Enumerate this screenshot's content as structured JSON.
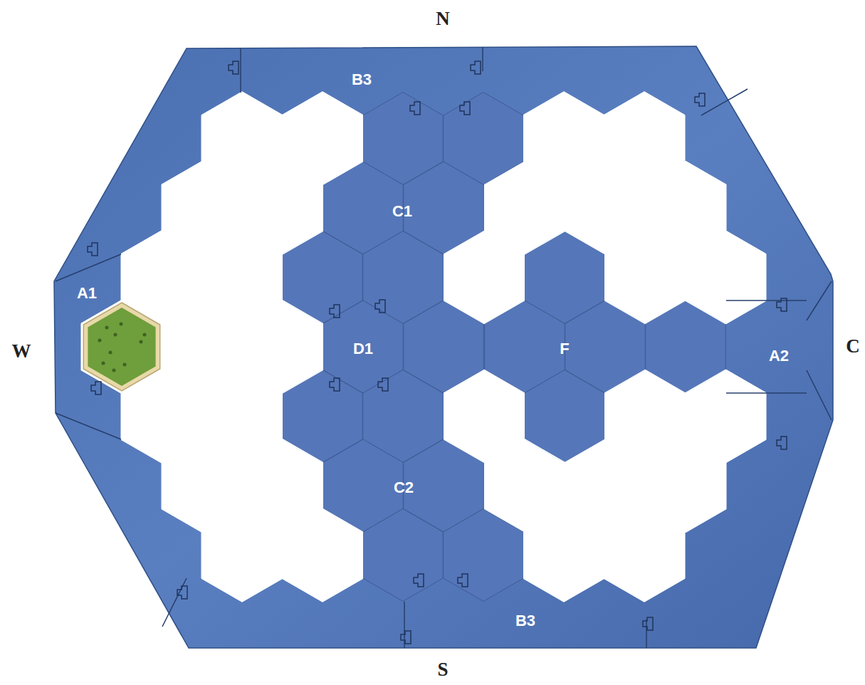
{
  "diagram": {
    "labels": [
      "N",
      "W",
      "C",
      "S",
      "A1",
      "B3",
      "C1",
      "D1",
      "F",
      "A2",
      "C2",
      "B3"
    ]
  }
}
